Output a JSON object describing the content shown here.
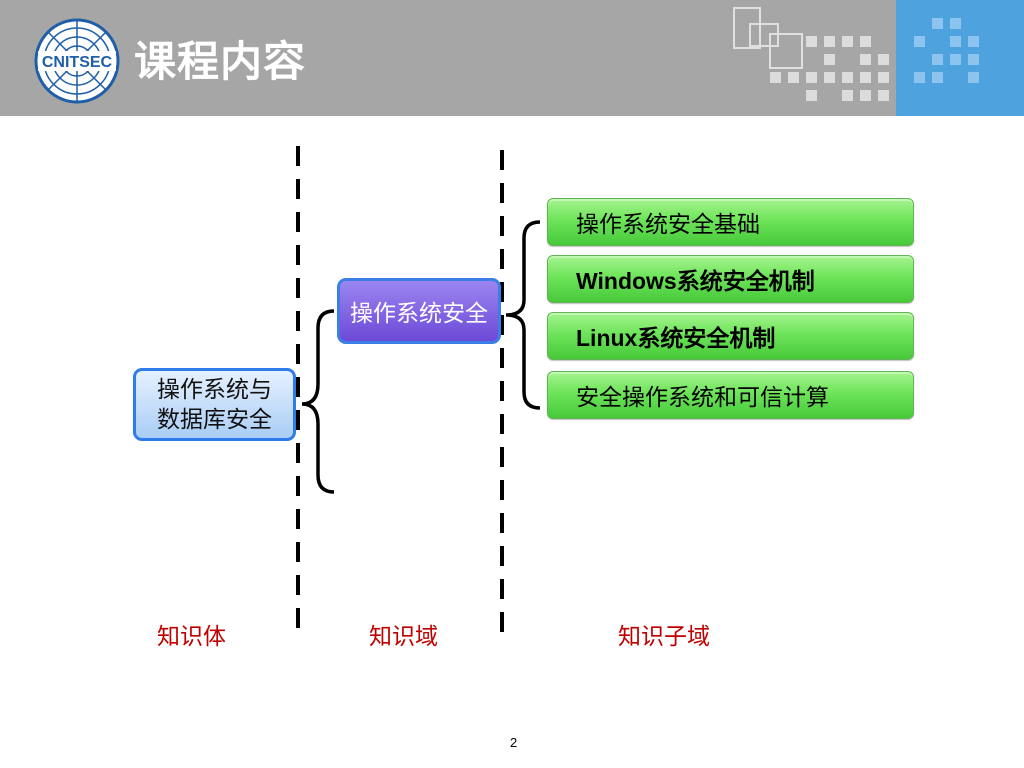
{
  "slide": {
    "title": "课程内容",
    "page_number": "2"
  },
  "logo": {
    "icon": "cnitsec-logo",
    "text": "CNITSEC"
  },
  "diagram": {
    "knowledge_body": "操作系统与\n数据库安全",
    "knowledge_domain": "操作系统安全",
    "knowledge_subdomains": [
      "操作系统安全基础",
      "Windows系统安全机制",
      "Linux系统安全机制",
      "安全操作系统和可信计算"
    ]
  },
  "columns": {
    "body_label": "知识体",
    "domain_label": "知识域",
    "subdomain_label": "知识子域"
  },
  "colors": {
    "header_gray": "#a6a6a6",
    "header_blue": "#4ea3df",
    "label_red": "#c00000",
    "body_box_border": "#2f7bea",
    "domain_box_fill": "#7b5ae0",
    "subdomain_fill": "#6ee45a"
  }
}
